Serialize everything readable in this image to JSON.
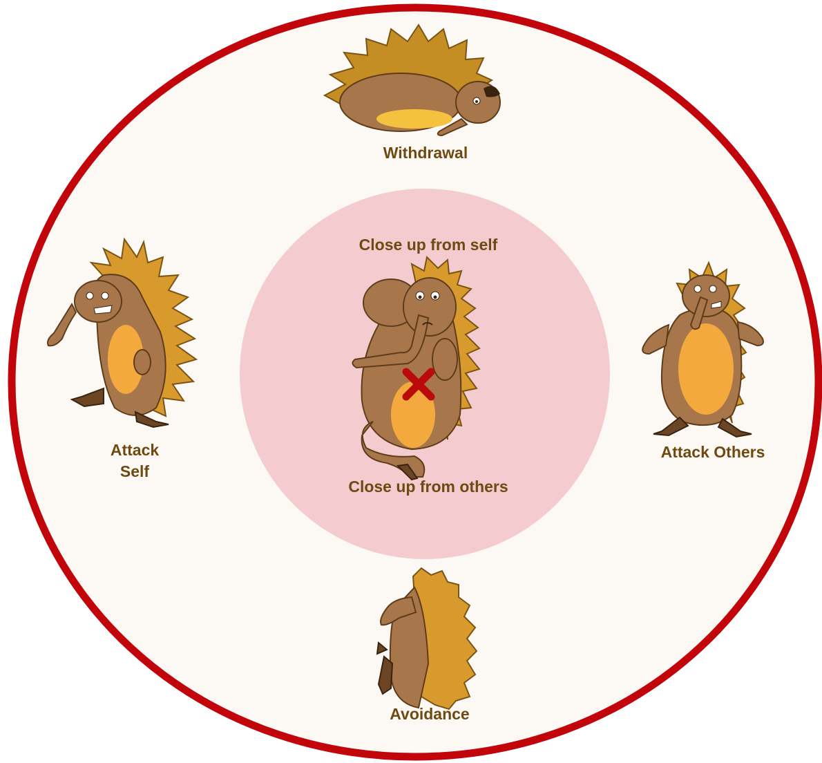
{
  "colors": {
    "page_background": "#ffffff",
    "outer_ring": "#c1050b",
    "outer_fill": "#fcf9f5",
    "inner_circle": "#f4cbcf",
    "label_text": "#6e4a12",
    "cross_mark": "#bb0a0a",
    "body_brown": "#a8764b",
    "belly_orange": "#f4a93e",
    "spine_gold": "#c48e24"
  },
  "labels": {
    "withdrawal": "Withdrawal",
    "close_up_self": "Close up from self",
    "close_up_others": "Close up from others",
    "attack_self_line1": "Attack",
    "attack_self_line2": "Self",
    "attack_others": "Attack Others",
    "avoidance": "Avoidance"
  },
  "icons": {
    "top": "curled-echidna-icon",
    "left": "angry-echidna-icon",
    "right": "defensive-echidna-icon",
    "bottom": "turned-away-echidna-icon",
    "center": "hiding-echidna-icon",
    "center_mark": "cross-mark-icon"
  }
}
